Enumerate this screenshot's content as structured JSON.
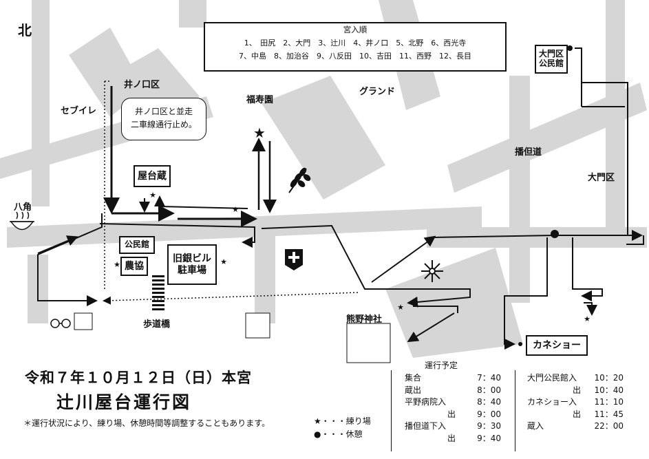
{
  "north": "北",
  "order_box": {
    "title": "宮入順",
    "line1": "1、　田尻　2、大門　3、辻川　4、井ノ口　5、北野　6、西光寺",
    "line2": "7、中島　8、加治谷　9、八反田　10、吉田　11、西野　12、長目"
  },
  "labels": {
    "inokuchi_ku": "井ノ口区",
    "seven_eleven": "セブイレ",
    "fukujuen": "福寿園",
    "ground": "グランド",
    "bantan_road": "播但道",
    "daimon_ku": "大門区",
    "hakkaku": "八角",
    "hodokyo": "歩道橋",
    "kumano": "熊野神社"
  },
  "speech": {
    "line1": "井ノ口区と並走",
    "line2": "二車線通行止め。"
  },
  "boxes": {
    "yataigura": "屋台蔵",
    "kominkan": "公民館",
    "nokyo": "農協",
    "ginko": "旧銀ビル駐車場",
    "daimon_kominkan": "大門区公民館",
    "kaneshow": "カネショー"
  },
  "title": {
    "date": "令和７年１０月１２日（日）本宮",
    "main": "辻川屋台運行図"
  },
  "note": "＊運行状況により、練り場、休憩時間等調整することもあります。",
  "legend": {
    "star_text": "・・・練り場",
    "dot_text": "・・・休憩"
  },
  "schedule": {
    "title": "運行予定",
    "left": [
      {
        "label": "集合",
        "time": "7：40"
      },
      {
        "label": "蔵出",
        "time": "8：00"
      },
      {
        "label": "平野病院入",
        "time": "8：40"
      },
      {
        "label": "出",
        "time": "9：00"
      },
      {
        "label": "播但道下入",
        "time": "9：30"
      },
      {
        "label": "出",
        "time": "9：40"
      }
    ],
    "right": [
      {
        "label": "大門公民館入",
        "time": "10：20"
      },
      {
        "label": "出",
        "time": "10：40"
      },
      {
        "label": "カネショー入",
        "time": "11：10"
      },
      {
        "label": "出",
        "time": "11：45"
      },
      {
        "label": "蔵入",
        "time": "22：00"
      }
    ]
  }
}
